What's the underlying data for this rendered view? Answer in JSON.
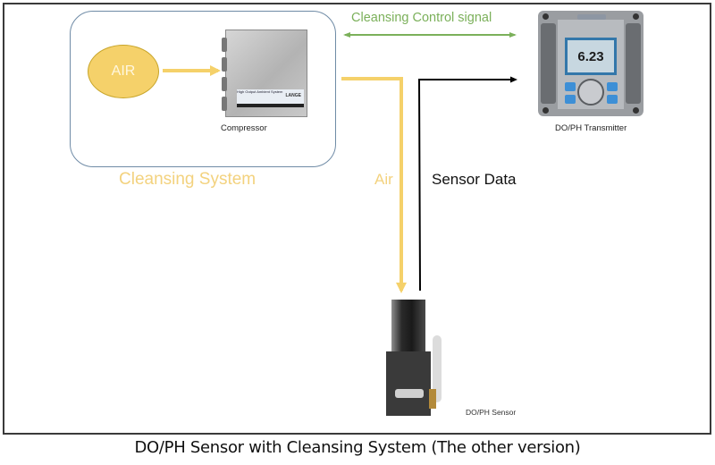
{
  "diagram": {
    "cleansing_system": {
      "title": "Cleansing System",
      "air_source": "AIR",
      "compressor_label": "Compressor",
      "compressor_plate_text": "High Output Ambient System",
      "compressor_brand": "LANGE"
    },
    "connections": {
      "control_signal": "Cleansing Control signal",
      "air_line": "Air",
      "sensor_data": "Sensor Data"
    },
    "transmitter": {
      "label": "DO/PH Transmitter",
      "display_value": "6.23"
    },
    "sensor": {
      "label": "DO/PH Sensor"
    },
    "colors": {
      "air": "#f5d16a",
      "control_signal": "#7bb05a",
      "sensor_data": "#000000",
      "system_box": "#6f8ba6"
    }
  },
  "caption": "DO/PH Sensor with Cleansing System (The other version)"
}
